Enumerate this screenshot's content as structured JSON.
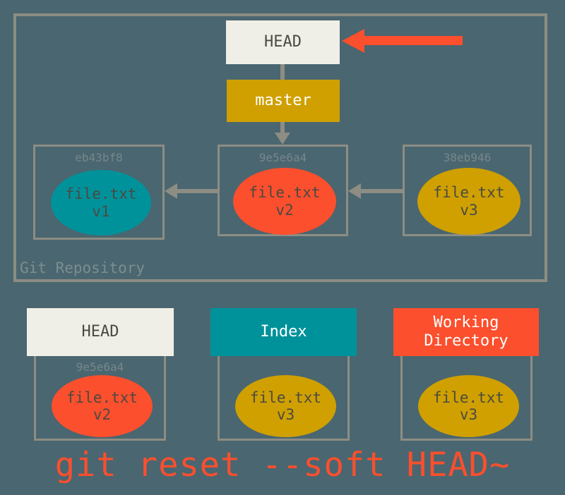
{
  "diagram": {
    "background_color": "#4a6670",
    "frame_color": "#8d8d83",
    "accent_color": "#fb4f2d"
  },
  "repository": {
    "label": "Git Repository",
    "head": {
      "label": "HEAD",
      "color": "#f0efe7"
    },
    "branch": {
      "label": "master",
      "color": "#cfa000"
    },
    "commits": [
      {
        "hash": "eb43bf8",
        "file": "file.txt",
        "version": "v1",
        "color": "#00929b"
      },
      {
        "hash": "9e5e6a4",
        "file": "file.txt",
        "version": "v2",
        "color": "#fb4f2d"
      },
      {
        "hash": "38eb946",
        "file": "file.txt",
        "version": "v3",
        "color": "#cfa000"
      }
    ]
  },
  "trees": [
    {
      "title": "HEAD",
      "title_color": "#f0efe7",
      "hash": "9e5e6a4",
      "file": "file.txt",
      "version": "v2",
      "blob_color": "#fb4f2d"
    },
    {
      "title": "Index",
      "title_color": "#00929b",
      "hash": "",
      "file": "file.txt",
      "version": "v3",
      "blob_color": "#cfa000"
    },
    {
      "title_line1": "Working",
      "title_line2": "Directory",
      "title_color": "#fb4f2d",
      "hash": "",
      "file": "file.txt",
      "version": "v3",
      "blob_color": "#cfa000"
    }
  ],
  "command": "git reset --soft HEAD~",
  "callout": {
    "name": "red-pointer-arrow",
    "points_to": "HEAD"
  }
}
